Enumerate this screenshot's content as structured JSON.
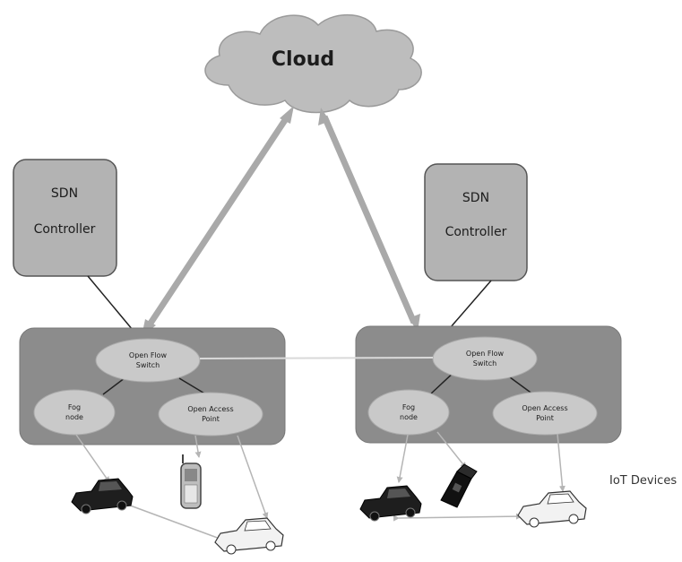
{
  "cloud": {
    "label": "Cloud"
  },
  "left_domain": {
    "controller": {
      "line1": "SDN",
      "line2": "Controller"
    },
    "switch": {
      "line1": "Open Flow",
      "line2": "Switch"
    },
    "fog": {
      "line1": "Fog",
      "line2": "node"
    },
    "ap": {
      "line1": "Open Access",
      "line2": "Point"
    }
  },
  "right_domain": {
    "controller": {
      "line1": "SDN",
      "line2": "Controller"
    },
    "switch": {
      "line1": "Open Flow",
      "line2": "Switch"
    },
    "fog": {
      "line1": "Fog",
      "line2": "node"
    },
    "ap": {
      "line1": "Open Access",
      "line2": "Point"
    }
  },
  "iot": {
    "label": "IoT Devices"
  },
  "colors": {
    "cloud": "#bdbdbd",
    "controller": "#b3b3b3",
    "domain": "#8c8c8c",
    "node": "#c9c9c9",
    "arrow": "#a9a9a9",
    "link": "#d9d9d9"
  }
}
